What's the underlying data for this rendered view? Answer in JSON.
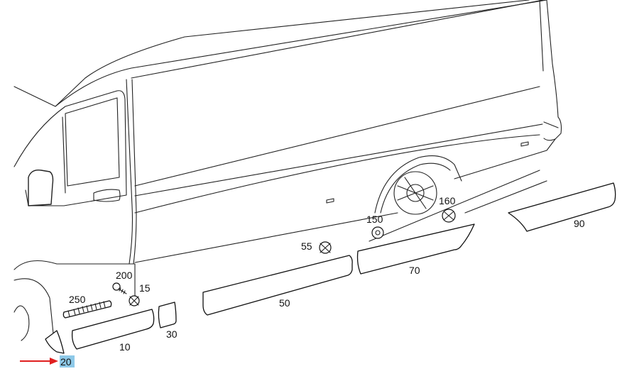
{
  "callouts": {
    "p10": "10",
    "p15": "15",
    "p20": "20",
    "p30": "30",
    "p50": "50",
    "p55": "55",
    "p70": "70",
    "p90": "90",
    "p150": "150",
    "p160": "160",
    "p200": "200",
    "p250": "250"
  },
  "colors": {
    "highlight": "#8ec9e8",
    "arrow": "#e02020",
    "line": "#222222"
  }
}
